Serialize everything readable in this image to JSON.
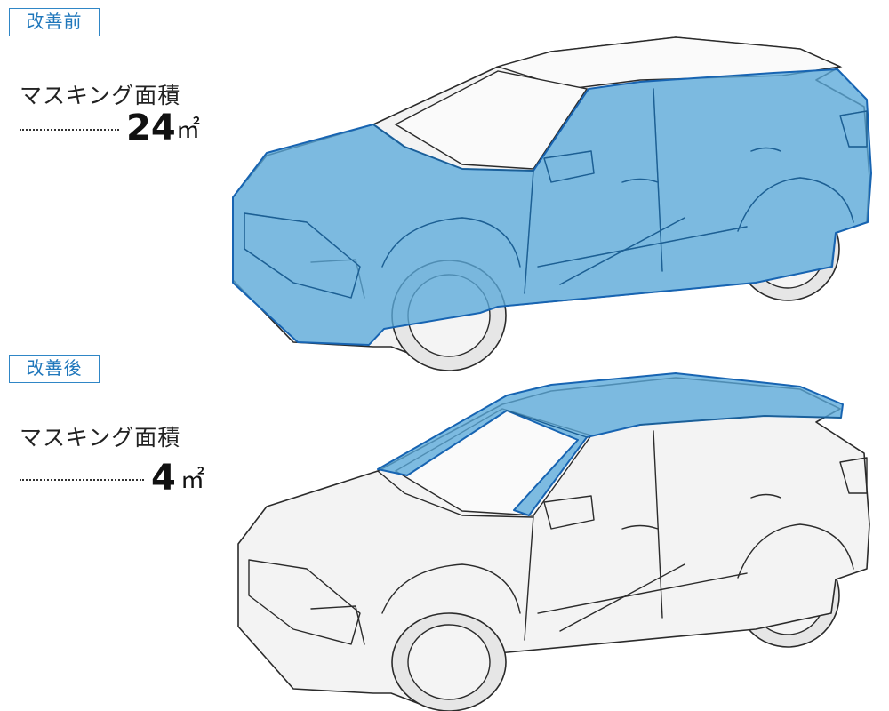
{
  "before": {
    "badge": "改善前",
    "label": "マスキング面積",
    "value": "24",
    "unit": "㎡"
  },
  "after": {
    "badge": "改善後",
    "label": "マスキング面積",
    "value": "4",
    "unit": "㎡"
  },
  "colors": {
    "mask_fill": "#5aa9da",
    "mask_stroke": "#1764b2",
    "badge_border": "#2f86c6",
    "badge_text": "#1f77bb"
  }
}
